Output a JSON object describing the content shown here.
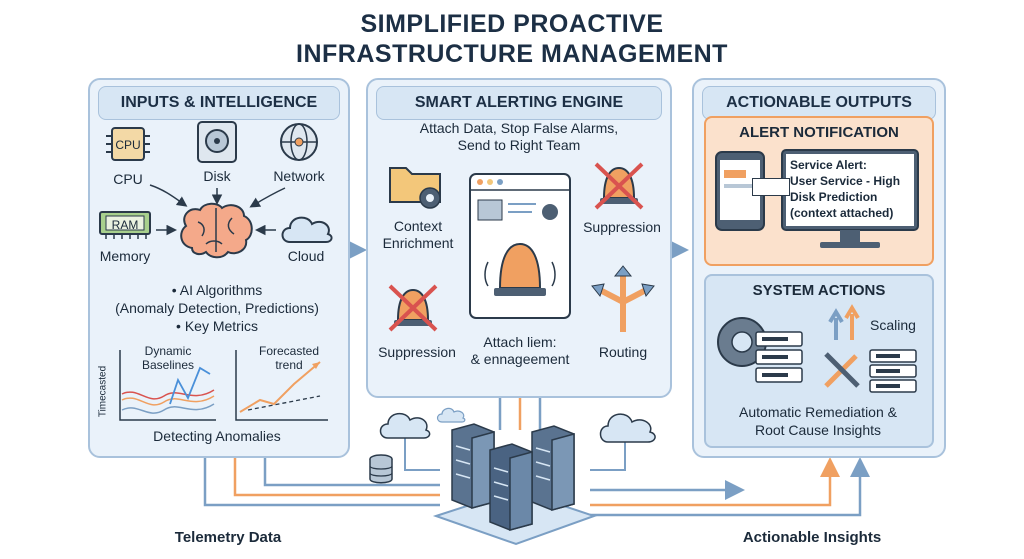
{
  "title_line1": "SIMPLIFIED PROACTIVE",
  "title_line2": "INFRASTRUCTURE MANAGEMENT",
  "inputs": {
    "header": "INPUTS & INTELLIGENCE",
    "cpu_chip": "CPU",
    "cpu": "CPU",
    "disk": "Disk",
    "network": "Network",
    "ram_chip": "RAM",
    "memory": "Memory",
    "cloud": "Cloud",
    "ai_line1": "• AI Algorithms",
    "ai_line2": "(Anomaly Detection, Predictions)",
    "ai_line3": "• Key Metrics",
    "dyn1": "Dynamic",
    "dyn2": "Baselines",
    "timecasted": "Timecasted",
    "fc1": "Forecasted",
    "fc2": "trend",
    "detecting": "Detecting Anomalies"
  },
  "engine": {
    "header": "SMART ALERTING ENGINE",
    "sub1": "Attach Data, Stop False Alarms,",
    "sub2": "Send to Right Team",
    "context1": "Context",
    "context2": "Enrichment",
    "suppression_top": "Suppression",
    "suppression_bottom": "Suppression",
    "attach1": "Attach liem:",
    "attach2": "& ennageement",
    "routing": "Routing"
  },
  "outputs": {
    "header": "ACTIONABLE OUTPUTS",
    "alert_header": "ALERT NOTIFICATION",
    "alert1": "Service Alert:",
    "alert2": "User Service - High",
    "alert3": "Disk Prediction",
    "alert4": "(context attached)",
    "actions_header": "SYSTEM ACTIONS",
    "scaling": "Scaling",
    "remed1": "Automatic Remediation &",
    "remed2": "Root Cause Insights"
  },
  "footer": {
    "telemetry": "Telemetry Data",
    "insights": "Actionable Insights"
  },
  "colors": {
    "panel_fill": "#eaf2fa",
    "panel_border": "#a9c2dc",
    "orange": "#f0a061",
    "blue_line": "#7b9fc4",
    "red_x": "#d9534f"
  }
}
